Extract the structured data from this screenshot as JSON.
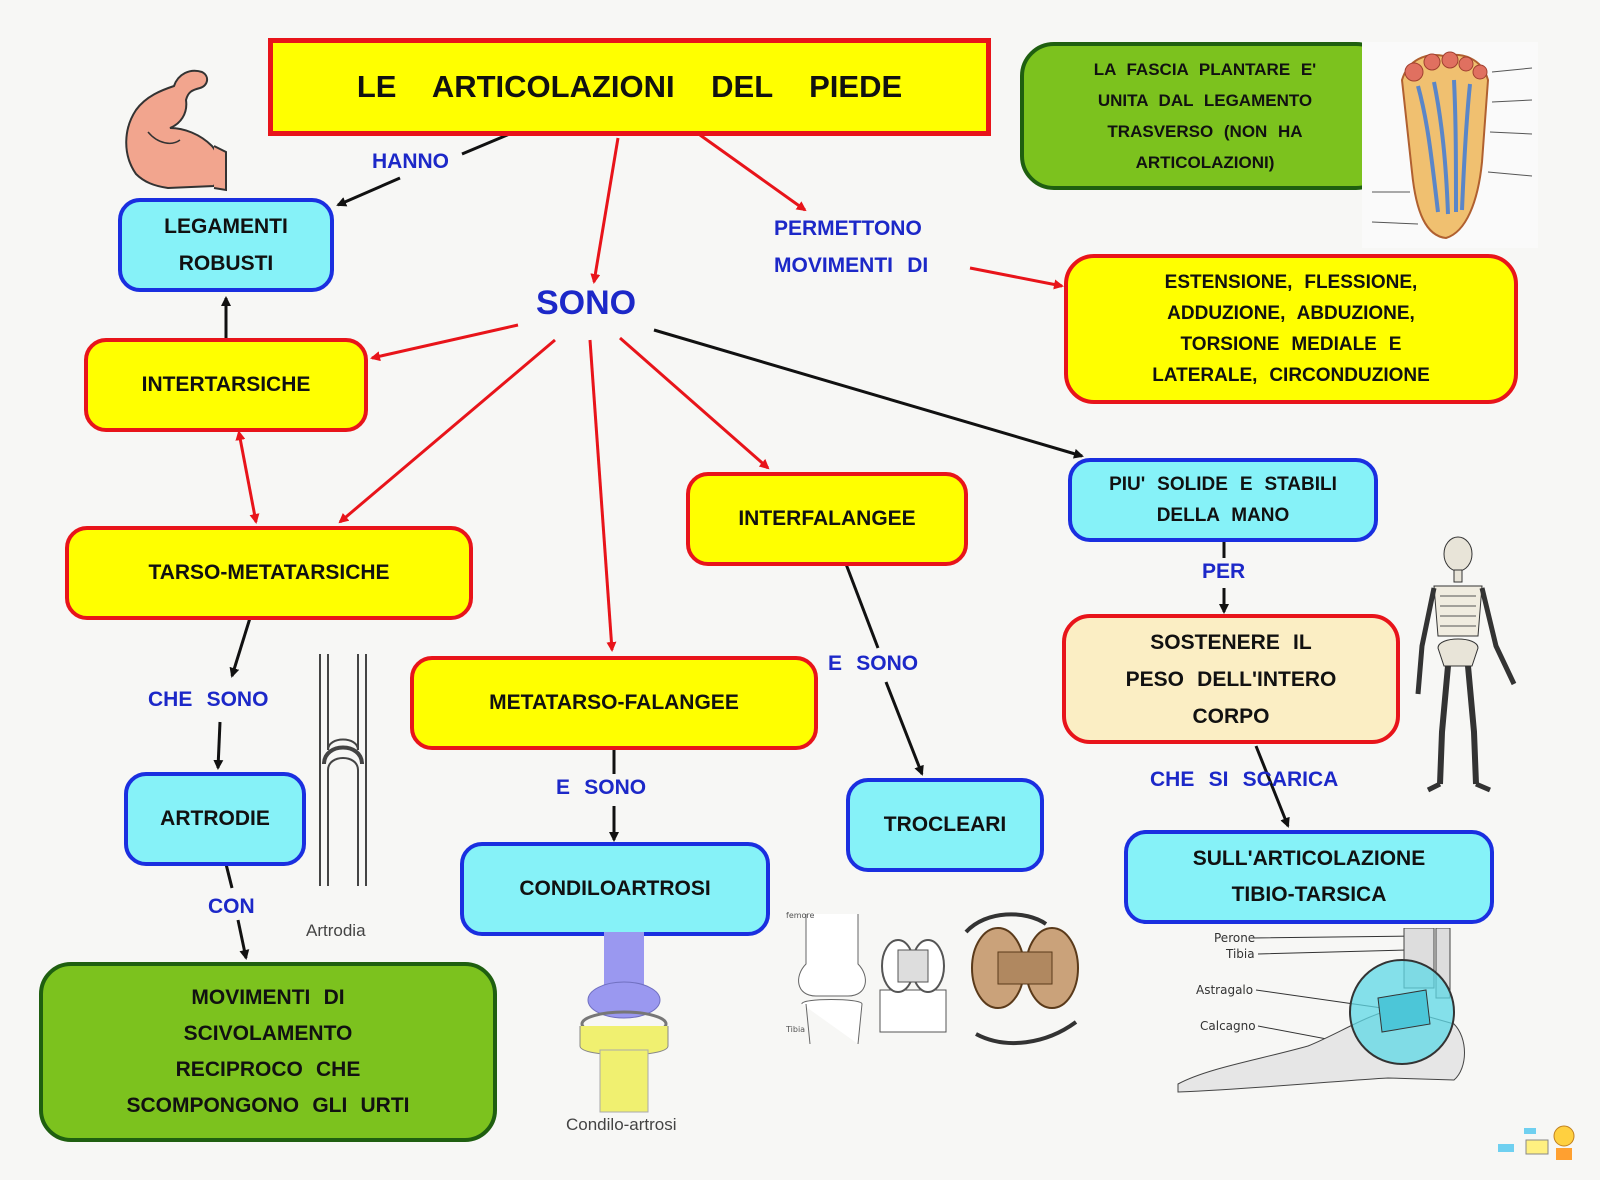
{
  "title": "LE ARTICOLAZIONI DEL PIEDE",
  "nodes": {
    "legamenti": "LEGAMENTI\nROBUSTI",
    "intertarsiche": "INTERTARSICHE",
    "tarso_metatarsiche": "TARSO-METATARSICHE",
    "artrodie": "ARTRODIE",
    "movimenti_scivolamento": "MOVIMENTI DI\nSCIVOLAMENTO\nRECIPROCO CHE\nSCOMPONGONO GLI URTI",
    "metatarso_falangee": "METATARSO-FALANGEE",
    "condiloartrosi": "CONDILOARTROSI",
    "interfalangee": "INTERFALANGEE",
    "trocleari": "TROCLEARI",
    "piu_solide": "PIU' SOLIDE E STABILI\nDELLA MANO",
    "sostenere": "SOSTENERE IL\nPESO DELL'INTERO\nCORPO",
    "articolazione_tibio": "SULL'ARTICOLAZIONE\nTIBIO-TARSICA",
    "movimenti_elenco": "ESTENSIONE, FLESSIONE,\nADDUZIONE, ABDUZIONE,\nTORSIONE MEDIALE E\nLATERALE, CIRCONDUZIONE",
    "fascia_plantare": "LA FASCIA PLANTARE E'\nUNITA DAL LEGAMENTO\nTRASVERSO (NON HA\nARTICOLAZIONI)"
  },
  "labels": {
    "hanno": "HANNO",
    "sono": "SONO",
    "permettono": "PERMETTONO\nMOVIMENTI DI",
    "che_sono": "CHE SONO",
    "con": "CON",
    "e_sono_1": "E SONO",
    "e_sono_2": "E SONO",
    "per": "PER",
    "che_si_scarica": "CHE SI SCARICA"
  },
  "image_captions": {
    "artrodia": "Artrodia",
    "condilo": "Condilo-artrosi",
    "femore": "femore",
    "tibia_knee": "Tibia",
    "perone": "Perone",
    "tibia": "Tibia",
    "astragalo": "Astragalo",
    "calcagno": "Calcagno"
  },
  "colors": {
    "yellow_fill": "#ffff00",
    "red_border": "#e8141a",
    "cyan_fill": "#86f2f8",
    "blue_border": "#1a2fe0",
    "green_fill": "#7cc21e",
    "label_blue": "#1c28c8"
  }
}
